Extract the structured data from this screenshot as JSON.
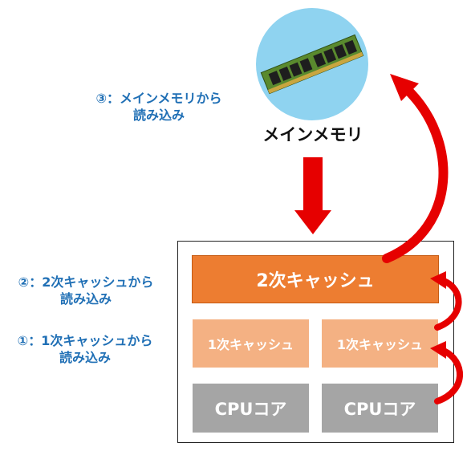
{
  "notes": {
    "step3": [
      "③：メインメモリから",
      "読み込み"
    ],
    "step2": [
      "②：2次キャッシュから",
      "読み込み"
    ],
    "step1": [
      "①：1次キャッシュから",
      "読み込み"
    ]
  },
  "memory": {
    "label": "メインメモリ"
  },
  "chip": {
    "l2_label": "2次キャッシュ",
    "l1_labels": [
      "1次キャッシュ",
      "1次キャッシュ"
    ],
    "core_labels": [
      "CPUコア",
      "CPUコア"
    ]
  },
  "colors": {
    "note_text": "#1f6fb5",
    "l2": "#ed7d31",
    "l1": "#f4b183",
    "core": "#a5a5a5",
    "arrow": "#e60000",
    "memory_circle": "#8fd3f0"
  }
}
